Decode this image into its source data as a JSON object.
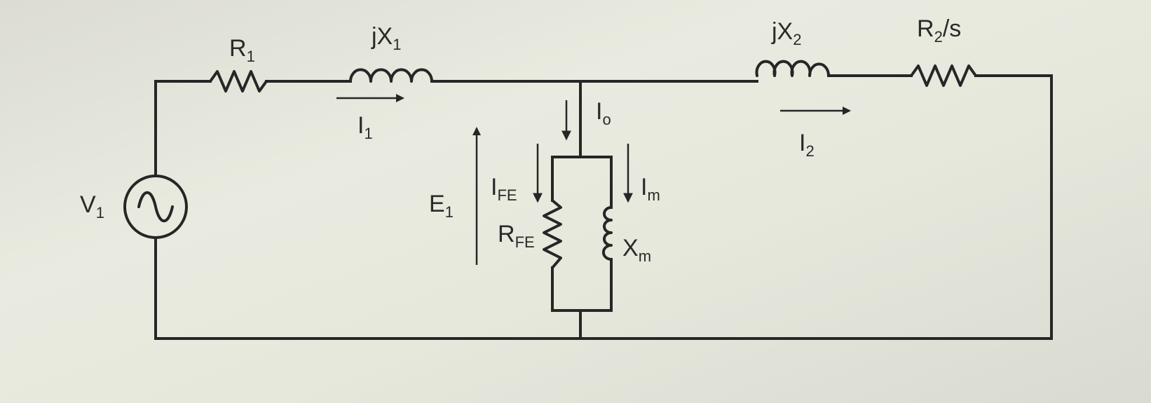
{
  "labels": {
    "R1": {
      "main": "R",
      "sub": "1"
    },
    "jX1": {
      "main": "jX",
      "sub": "1"
    },
    "jX2": {
      "main": "jX",
      "sub": "2"
    },
    "R2s": {
      "main": "R",
      "sub": "2",
      "tail": "/s"
    },
    "V1": {
      "main": "V",
      "sub": "1"
    },
    "I1": {
      "main": "I",
      "sub": "1"
    },
    "I2": {
      "main": "I",
      "sub": "2"
    },
    "Io": {
      "main": "I",
      "sub": "o"
    },
    "E1": {
      "main": "E",
      "sub": "1"
    },
    "IFE": {
      "main": "I",
      "sub": "FE"
    },
    "Im": {
      "main": "I",
      "sub": "m"
    },
    "RFE": {
      "main": "R",
      "sub": "FE"
    },
    "Xm": {
      "main": "X",
      "sub": "m"
    }
  },
  "source_icon": "ac-source-icon"
}
